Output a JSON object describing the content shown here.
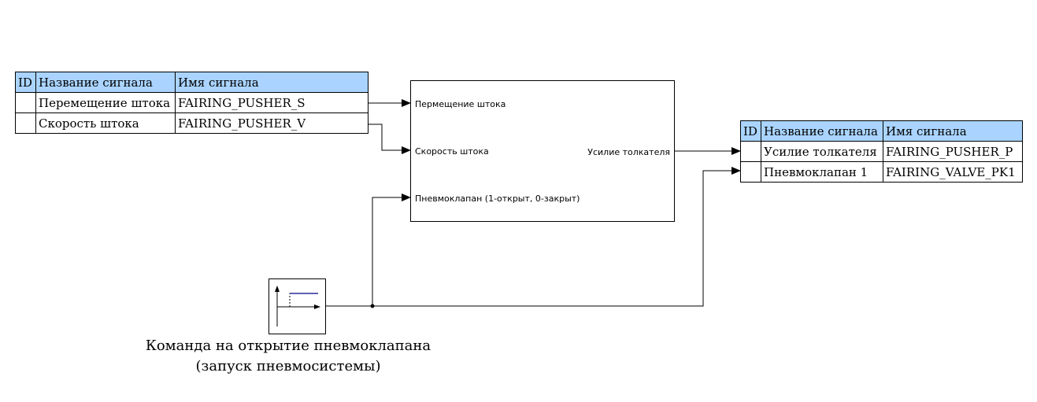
{
  "input_table": {
    "headers": {
      "id": "ID",
      "name": "Название сигнала",
      "signal": "Имя сигнала"
    },
    "rows": [
      {
        "id": "",
        "name": "Перемещение штока",
        "signal": "FAIRING_PUSHER_S"
      },
      {
        "id": "",
        "name": "Скорость штока",
        "signal": "FAIRING_PUSHER_V"
      }
    ]
  },
  "block": {
    "inputs": [
      "Пермещение штока",
      "Скорость штока",
      "Пневмоклапан (1-открыт, 0-закрыт)"
    ],
    "outputs": [
      "Усилие толкателя"
    ]
  },
  "output_table": {
    "headers": {
      "id": "ID",
      "name": "Название сигнала",
      "signal": "Имя сигнала"
    },
    "rows": [
      {
        "id": "",
        "name": "Усилие толкателя",
        "signal": "FAIRING_PUSHER_P"
      },
      {
        "id": "",
        "name": "Пневмоклапан 1",
        "signal": "FAIRING_VALVE_PK1"
      }
    ]
  },
  "step_block": {
    "icon": "step-function-icon",
    "caption_line1": "Команда на открытие пневмоклапана",
    "caption_line2": "(запуск пневмосистемы)"
  },
  "colors": {
    "header_fill": "#aad4ff",
    "step_signal": "#00008b",
    "line": "#000000"
  }
}
